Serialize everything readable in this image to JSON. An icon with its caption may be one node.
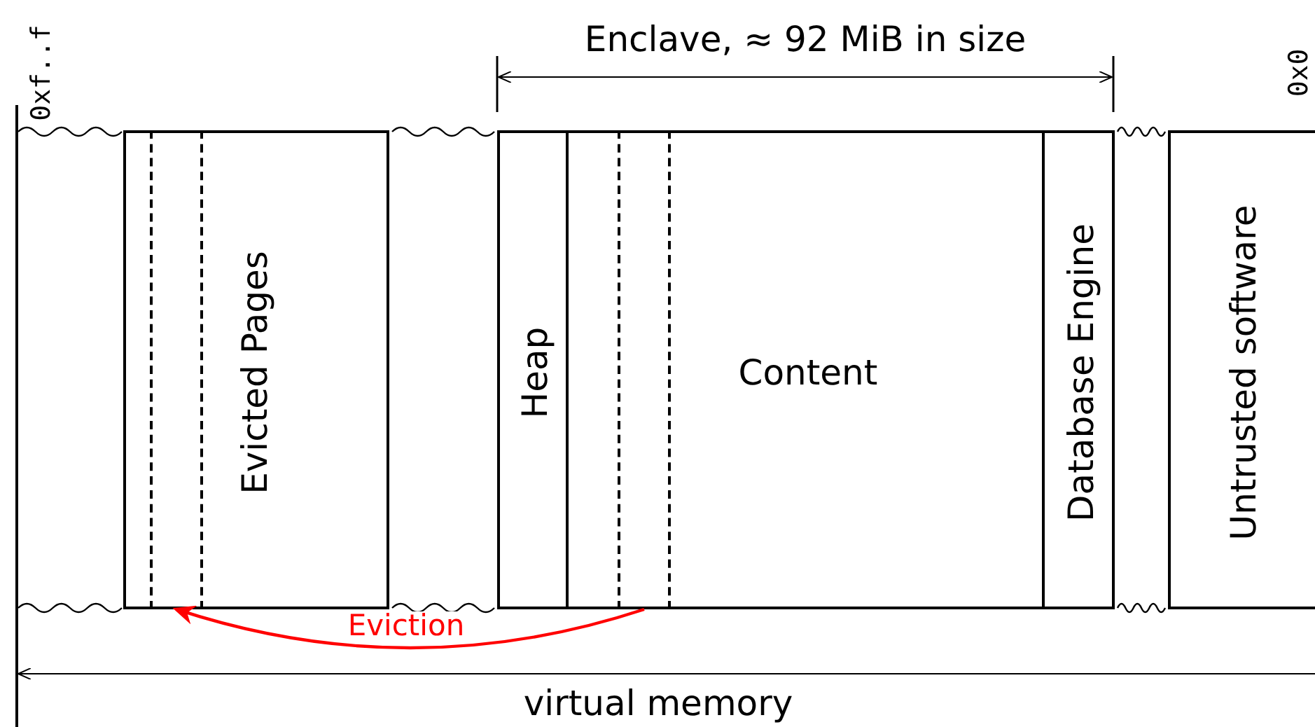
{
  "diagram": {
    "nodes": [
      {
        "text": [
          "Evicted Pages"
        ]
      },
      {
        "text": [],
        "shape": "box",
        "in": 0
      },
      {
        "text": [
          "Heap"
        ]
      },
      {
        "text": [
          "Content"
        ]
      },
      {
        "text": [],
        "shape": "box",
        "in": 3
      },
      {
        "text": [
          "Database Engine"
        ]
      },
      {
        "text": [
          "Untrusted software"
        ]
      }
    ],
    "edges": [
      {
        "from": 4,
        "to": 1,
        "arrow": "to",
        "label": "Eviction",
        "color": "#ff0000"
      }
    ],
    "labels": [
      "0xf..f",
      "Enclave, ≈ 92 MiB in size",
      "0x0",
      "virtual memory"
    ]
  }
}
